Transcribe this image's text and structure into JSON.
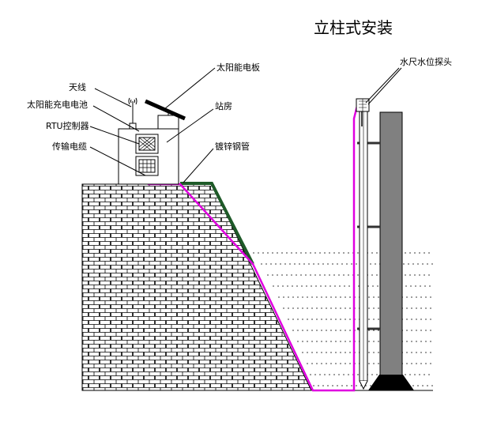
{
  "title": "立柱式安装",
  "labels": {
    "solar_panel": "太阳能电板",
    "antenna": "天线",
    "solar_battery": "太阳能充电电池",
    "rtu_controller": "RTU控制器",
    "transmission_cable": "传输电缆",
    "station_house": "站房",
    "galvanized_pipe": "镀锌钢管",
    "level_probe": "水尺水位探头"
  },
  "colors": {
    "cable": "#e000e0",
    "pipe": "#1e5a28",
    "pillar": "#808080",
    "base": "#000000",
    "brick_line": "#000000"
  }
}
